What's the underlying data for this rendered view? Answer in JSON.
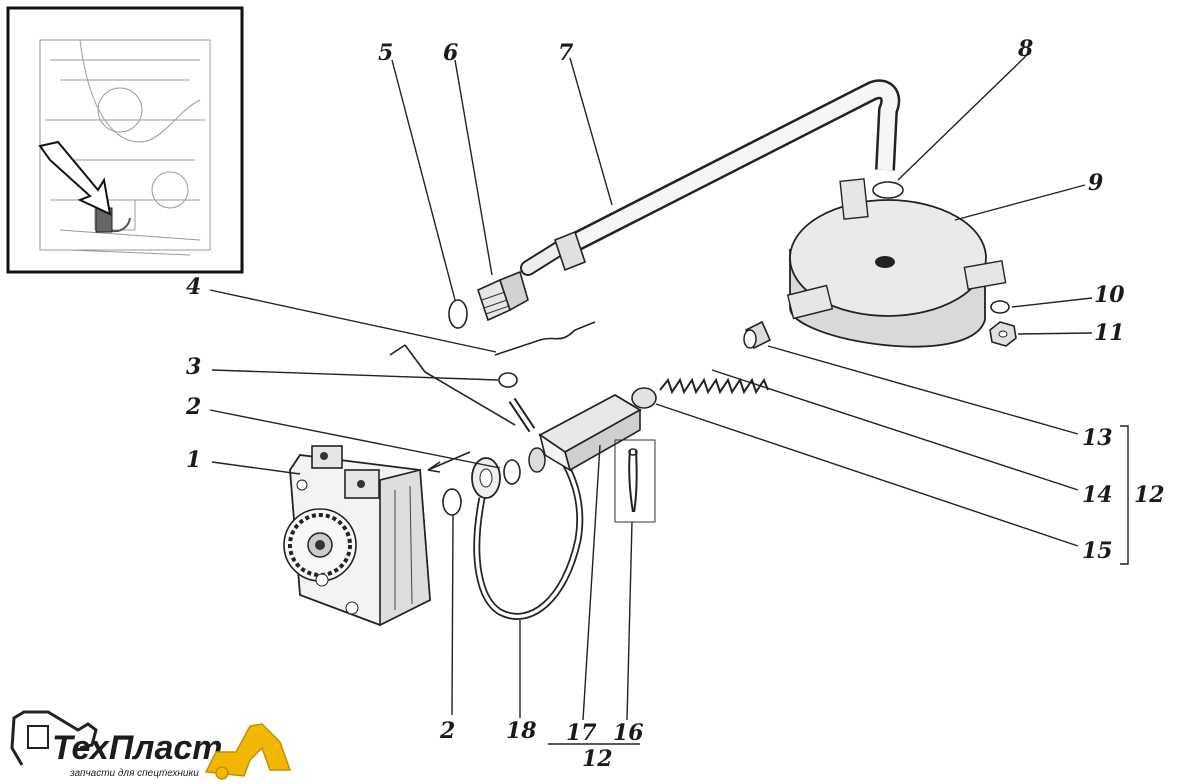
{
  "callouts": [
    {
      "id": "c1",
      "text": "1"
    },
    {
      "id": "c2a",
      "text": "2"
    },
    {
      "id": "c2b",
      "text": "2"
    },
    {
      "id": "c3",
      "text": "3"
    },
    {
      "id": "c4",
      "text": "4"
    },
    {
      "id": "c5",
      "text": "5"
    },
    {
      "id": "c6",
      "text": "6"
    },
    {
      "id": "c7",
      "text": "7"
    },
    {
      "id": "c8",
      "text": "8"
    },
    {
      "id": "c9",
      "text": "9"
    },
    {
      "id": "c10",
      "text": "10"
    },
    {
      "id": "c11",
      "text": "11"
    },
    {
      "id": "c12a",
      "text": "12"
    },
    {
      "id": "c12b",
      "text": "12"
    },
    {
      "id": "c13",
      "text": "13"
    },
    {
      "id": "c14",
      "text": "14"
    },
    {
      "id": "c15",
      "text": "15"
    },
    {
      "id": "c16",
      "text": "16"
    },
    {
      "id": "c17",
      "text": "17"
    },
    {
      "id": "c18",
      "text": "18"
    }
  ],
  "logo": {
    "name_part1": "Тех",
    "name_part2": "Пласт",
    "tagline": "запчасти для спецтехники",
    "colors": {
      "accent": "#f2b705",
      "text": "#1c1c1c"
    }
  }
}
